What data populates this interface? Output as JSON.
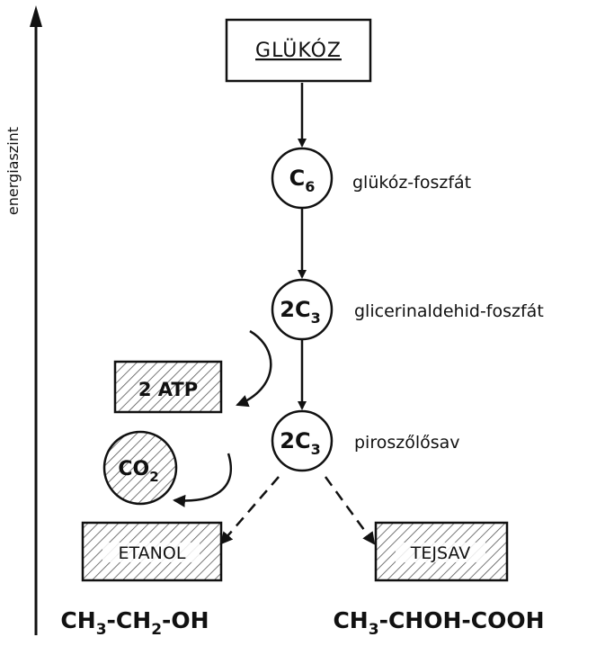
{
  "axis": {
    "label": "energiaszint"
  },
  "start": {
    "label": "GLÜKÓZ"
  },
  "steps": [
    {
      "node": "C",
      "sub": "6",
      "label": "glükóz-foszfát"
    },
    {
      "node": "2C",
      "sub": "3",
      "label": "glicerinaldehid-foszfát"
    },
    {
      "node": "2C",
      "sub": "3",
      "label": "piroszőlősav"
    }
  ],
  "byproducts": {
    "atp": "2 ATP",
    "co2": {
      "base": "CO",
      "sub": "2"
    }
  },
  "products": [
    {
      "label": "ETANOL",
      "formula": [
        "CH",
        "3",
        "-CH",
        "2",
        "-OH"
      ]
    },
    {
      "label": "TEJSAV",
      "formula": [
        "CH",
        "3",
        "-CHOH-COOH"
      ]
    }
  ]
}
